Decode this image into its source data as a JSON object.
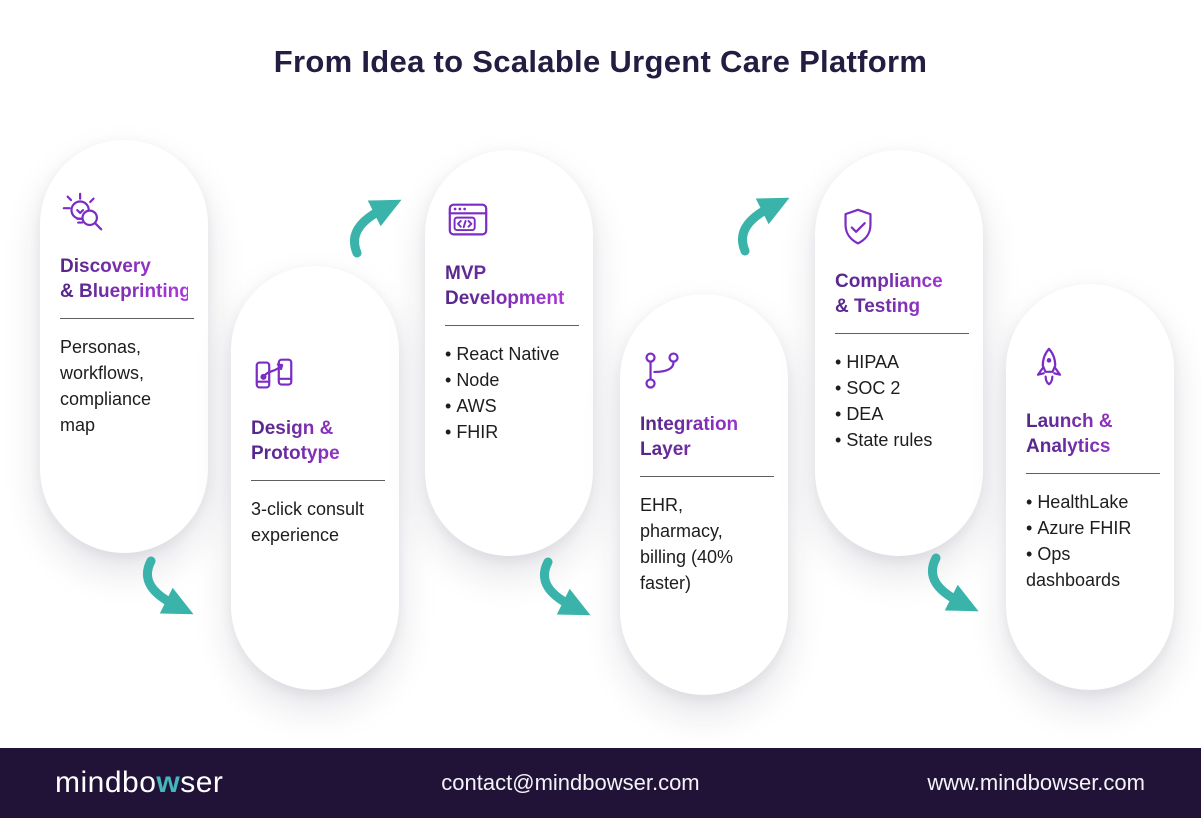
{
  "title": "From Idea to Scalable Urgent Care Platform",
  "colors": {
    "accent_teal": "#3ab3aa",
    "icon_purple": "#7b2cc4",
    "title_gradient_from": "#57288c",
    "title_gradient_to": "#a837dc",
    "heading_dark": "#241c41",
    "body_text": "#1d1d1d",
    "footer_background": "#211337",
    "logo_accent_teal": "#43b7bb"
  },
  "cards": [
    {
      "icon": "lightbulb-search-icon",
      "title_line1": "Discovery",
      "title_line2": "& Blueprinting",
      "body": "Personas, workflows, compliance map"
    },
    {
      "icon": "prototype-phones-icon",
      "title_line1": "Design &",
      "title_line2": "Prototype",
      "body": "3-click consult experience"
    },
    {
      "icon": "code-window-icon",
      "title_line1": "MVP",
      "title_line2": "Development",
      "items": [
        "React Native",
        "Node",
        "AWS",
        "FHIR"
      ]
    },
    {
      "icon": "git-branch-icon",
      "title_line1": "Integration",
      "title_line2": "Layer",
      "body": "EHR, pharmacy, billing (40% faster)"
    },
    {
      "icon": "shield-check-icon",
      "title_line1": "Compliance",
      "title_line2": "& Testing",
      "items": [
        "HIPAA",
        "SOC 2",
        "DEA",
        "State rules"
      ]
    },
    {
      "icon": "rocket-icon",
      "title_line1": "Launch &",
      "title_line2": "Analytics",
      "items": [
        "HealthLake",
        "Azure FHIR",
        "Ops dashboards"
      ]
    }
  ],
  "footer": {
    "logo": {
      "prefix": "mindbo",
      "accent": "w",
      "suffix": "ser"
    },
    "email": "contact@mindbowser.com",
    "website": "www.mindbowser.com"
  }
}
